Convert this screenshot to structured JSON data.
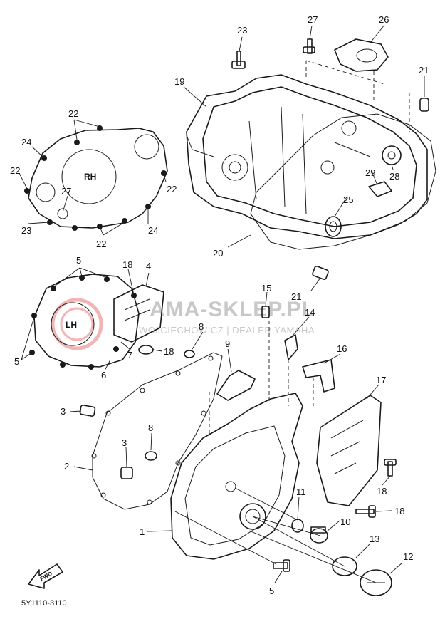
{
  "watermark": {
    "main": "AMA-SKLEP.PL",
    "sub": "WOJCIECHOWICZ | DEALER YAMAHA"
  },
  "cover_labels": {
    "right": "RH",
    "left": "LH"
  },
  "fwd_label": "FWD",
  "diagram_code": "5Y1110-3110",
  "callouts": [
    {
      "key": "c23a",
      "text": "23"
    },
    {
      "key": "c27a",
      "text": "27"
    },
    {
      "key": "c26",
      "text": "26"
    },
    {
      "key": "c21a",
      "text": "21"
    },
    {
      "key": "c19",
      "text": "19"
    },
    {
      "key": "c22a",
      "text": "22"
    },
    {
      "key": "c24a",
      "text": "24"
    },
    {
      "key": "c22b",
      "text": "22"
    },
    {
      "key": "c27b",
      "text": "27"
    },
    {
      "key": "c22c",
      "text": "22"
    },
    {
      "key": "c23b",
      "text": "23"
    },
    {
      "key": "c24b",
      "text": "24"
    },
    {
      "key": "c22d",
      "text": "22"
    },
    {
      "key": "c28",
      "text": "28"
    },
    {
      "key": "c29",
      "text": "29"
    },
    {
      "key": "c25",
      "text": "25"
    },
    {
      "key": "c20",
      "text": "20"
    },
    {
      "key": "c21b",
      "text": "21"
    },
    {
      "key": "c5a",
      "text": "5"
    },
    {
      "key": "c18a",
      "text": "18"
    },
    {
      "key": "c4",
      "text": "4"
    },
    {
      "key": "c15",
      "text": "15"
    },
    {
      "key": "c14",
      "text": "14"
    },
    {
      "key": "c8a",
      "text": "8"
    },
    {
      "key": "c18b",
      "text": "18"
    },
    {
      "key": "c5b",
      "text": "5"
    },
    {
      "key": "c6",
      "text": "6"
    },
    {
      "key": "c7",
      "text": "7"
    },
    {
      "key": "c9",
      "text": "9"
    },
    {
      "key": "c16",
      "text": "16"
    },
    {
      "key": "c17",
      "text": "17"
    },
    {
      "key": "c3a",
      "text": "3"
    },
    {
      "key": "c8b",
      "text": "8"
    },
    {
      "key": "c3b",
      "text": "3"
    },
    {
      "key": "c2",
      "text": "2"
    },
    {
      "key": "c18c",
      "text": "18"
    },
    {
      "key": "c1",
      "text": "1"
    },
    {
      "key": "c11",
      "text": "11"
    },
    {
      "key": "c10",
      "text": "10"
    },
    {
      "key": "c18d",
      "text": "18"
    },
    {
      "key": "c13",
      "text": "13"
    },
    {
      "key": "c12",
      "text": "12"
    },
    {
      "key": "c5c",
      "text": "5"
    }
  ]
}
